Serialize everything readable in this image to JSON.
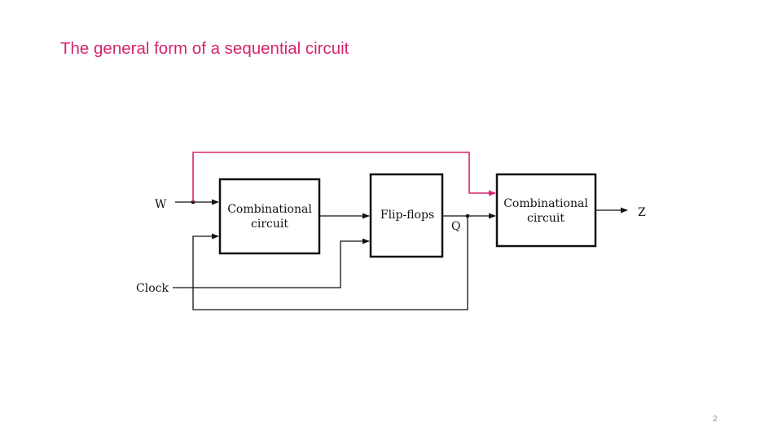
{
  "slide": {
    "title": "The general form of a sequential circuit",
    "page_number": "2"
  },
  "colors": {
    "title": "#d6246e",
    "feedback_wire": "#d6246e",
    "wire": "#111111"
  },
  "diagram": {
    "inputs": {
      "w": "W",
      "clock": "Clock"
    },
    "blocks": {
      "comb_left": {
        "line1": "Combinational",
        "line2": "circuit"
      },
      "flipflops": {
        "label": "Flip-flops"
      },
      "comb_right": {
        "line1": "Combinational",
        "line2": "circuit"
      }
    },
    "signals": {
      "q": "Q"
    },
    "outputs": {
      "z": "Z"
    }
  }
}
